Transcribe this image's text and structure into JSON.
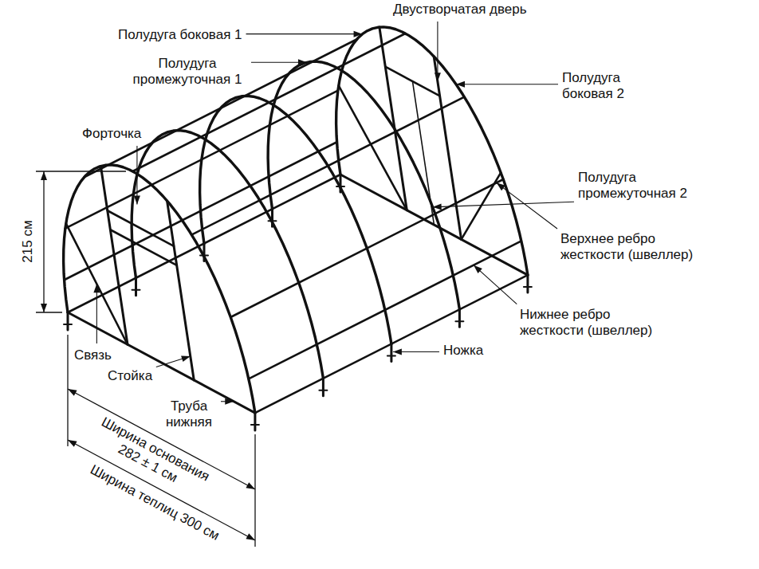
{
  "diagram": {
    "labels": [
      "Полудуга боковая 1",
      "Двустворчатая дверь",
      "Полудуга промежуточная 1",
      "Полудуга боковая 2",
      "Форточка",
      "Полудуга промежуточная 2",
      "215 см",
      "Верхнее ребро жесткости (швеллер)",
      "Нижнее ребро жесткости (швеллер)",
      "Связь",
      "Ножка",
      "Стойка",
      "Труба нижняя",
      "Ширина основания 282 ± 1 см",
      "Ширина теплиц 300 см"
    ]
  }
}
